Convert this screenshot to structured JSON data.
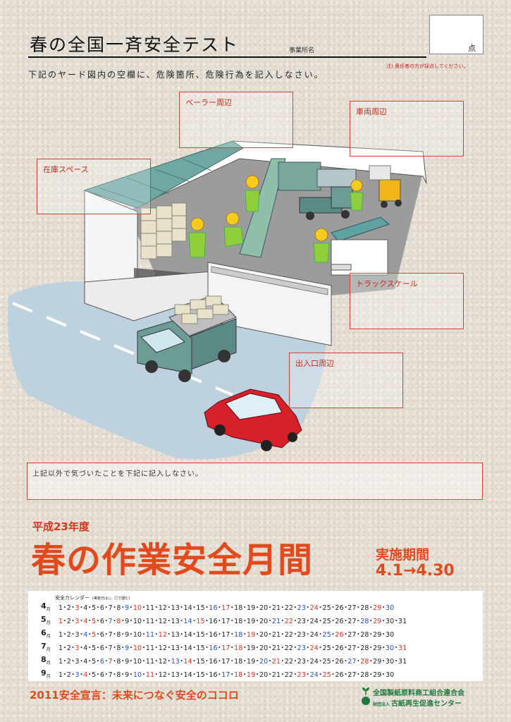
{
  "header": {
    "title": "春の全国一斉安全テスト",
    "office_label": "事業所名",
    "score_unit": "点",
    "note": "注) 責任者の方が採点してください。",
    "instruction": "下記のヤード図内の空欄に、危険箇所、危険行為を記入しなさい。"
  },
  "answer_boxes": {
    "baler": "ベーラー周辺",
    "vehicle": "車両周辺",
    "stock": "在庫スペース",
    "truck_scale": "トラックスケール",
    "entrance": "出入口周辺"
  },
  "memo": {
    "label": "上記以外で気づいたことを下記に記入しなさい。"
  },
  "campaign": {
    "year": "平成23年度",
    "title": "春の作業安全月間",
    "period_label": "実施期間",
    "period": "4.1→4.30"
  },
  "calendar": {
    "title": "安全カレンダー",
    "subtitle": "(実施日は○、〇で囲む)",
    "months": [
      {
        "month": "4",
        "days": 30,
        "sundays": [
          3,
          10,
          17,
          24
        ],
        "saturdays": [
          9,
          16,
          23,
          30
        ],
        "holidays": [
          29
        ]
      },
      {
        "month": "5",
        "days": 31,
        "sundays": [
          1,
          8,
          15,
          22,
          29
        ],
        "saturdays": [
          7,
          14,
          21,
          28
        ],
        "holidays": [
          3,
          4,
          5
        ]
      },
      {
        "month": "6",
        "days": 30,
        "sundays": [
          5,
          12,
          19,
          26
        ],
        "saturdays": [
          4,
          11,
          18,
          25
        ],
        "holidays": []
      },
      {
        "month": "7",
        "days": 31,
        "sundays": [
          3,
          10,
          17,
          24,
          31
        ],
        "saturdays": [
          9,
          16,
          23,
          30
        ],
        "holidays": [
          18
        ]
      },
      {
        "month": "8",
        "days": 31,
        "sundays": [
          7,
          14,
          21,
          28
        ],
        "saturdays": [
          6,
          13,
          20,
          27
        ],
        "holidays": []
      },
      {
        "month": "9",
        "days": 30,
        "sundays": [
          4,
          11,
          18,
          25
        ],
        "saturdays": [
          3,
          10,
          17,
          24
        ],
        "holidays": [
          19,
          23
        ]
      }
    ],
    "month_suffix": "月"
  },
  "footer": {
    "declaration": "2011安全宣言：未来につなぐ安全のココロ",
    "org1": "全国製紙原料商工組合連合会",
    "org2_prefix": "財団法人",
    "org2": "古紙再生促進センター"
  },
  "colors": {
    "accent": "#e24a1e",
    "box_border": "#d4413a",
    "sunday": "#e02a1a",
    "saturday": "#2150c8",
    "org_green": "#1f7a3c"
  }
}
